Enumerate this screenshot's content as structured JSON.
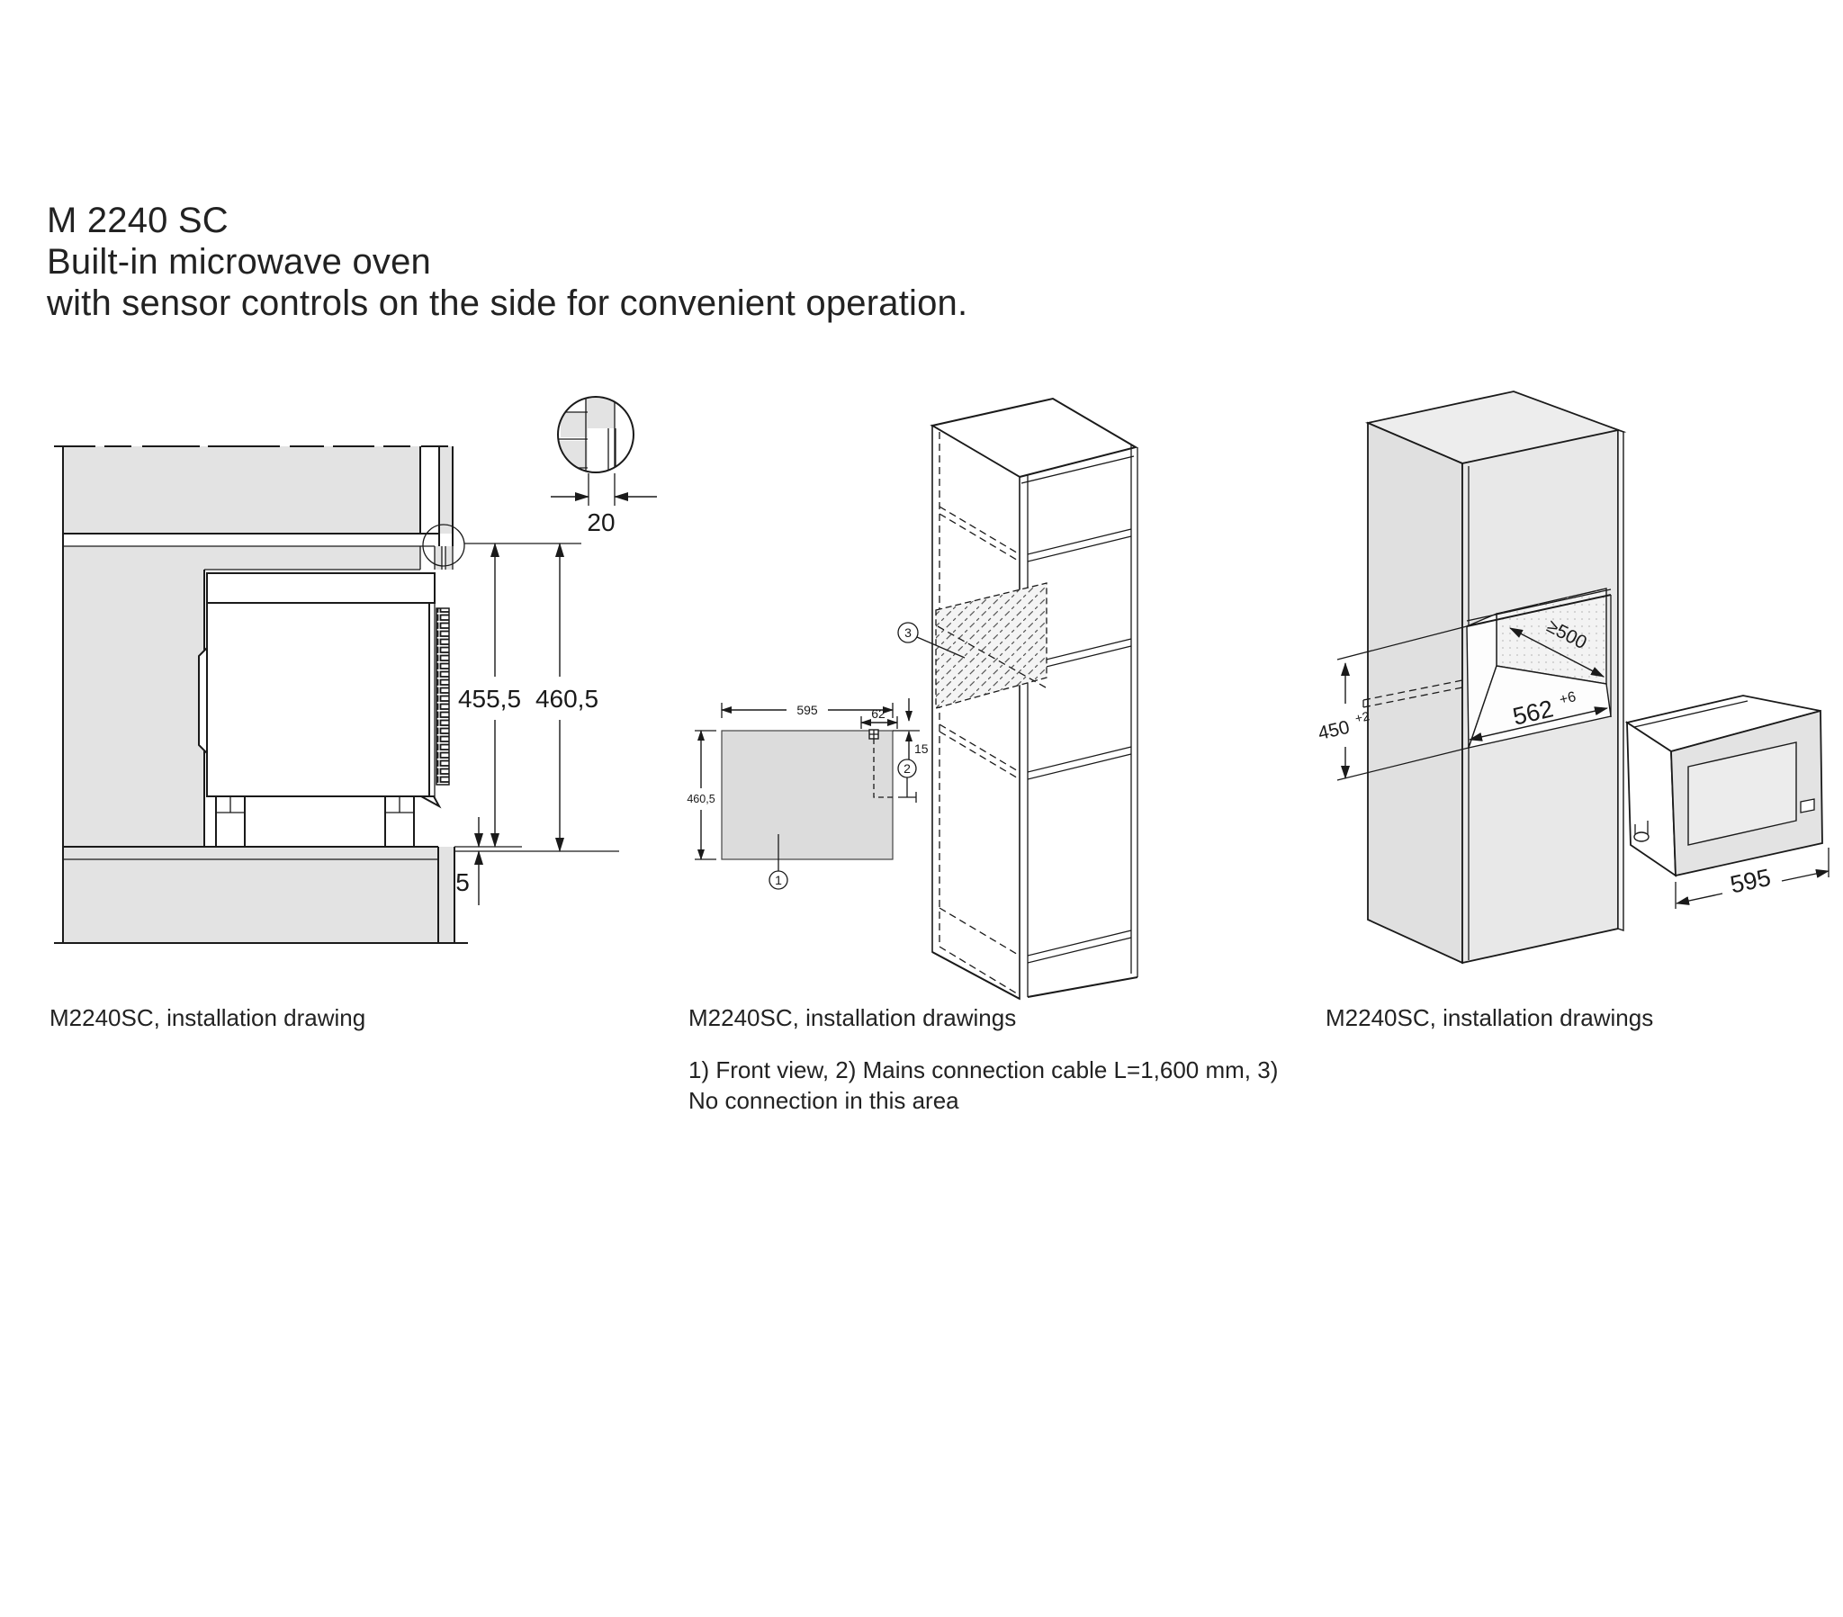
{
  "header": {
    "line1": "M 2240 SC",
    "line2": "Built-in microwave oven",
    "line3": "with sensor controls on the side for convenient operation."
  },
  "figures": {
    "left": {
      "caption": "M2240SC, installation drawing",
      "dims": {
        "d455": "455,5",
        "d460": "460,5",
        "d5": "5",
        "d20": "20"
      }
    },
    "middle": {
      "caption": "M2240SC, installation drawings",
      "dims": {
        "d595": "595",
        "d62": "62",
        "d15": "15",
        "d460": "460,5"
      },
      "callouts": {
        "c1": "1",
        "c2": "2",
        "c3": "3"
      }
    },
    "right": {
      "caption": "M2240SC, installation drawings",
      "dims": {
        "d450": "450",
        "d450sup": "+2",
        "dge500": "≥500",
        "d562": "562",
        "d562sup": "+6",
        "d595": "595"
      }
    }
  },
  "footnote": {
    "line1": "1) Front view, 2) Mains connection cable L=1,600 mm, 3)",
    "line2": "No connection in this area"
  }
}
